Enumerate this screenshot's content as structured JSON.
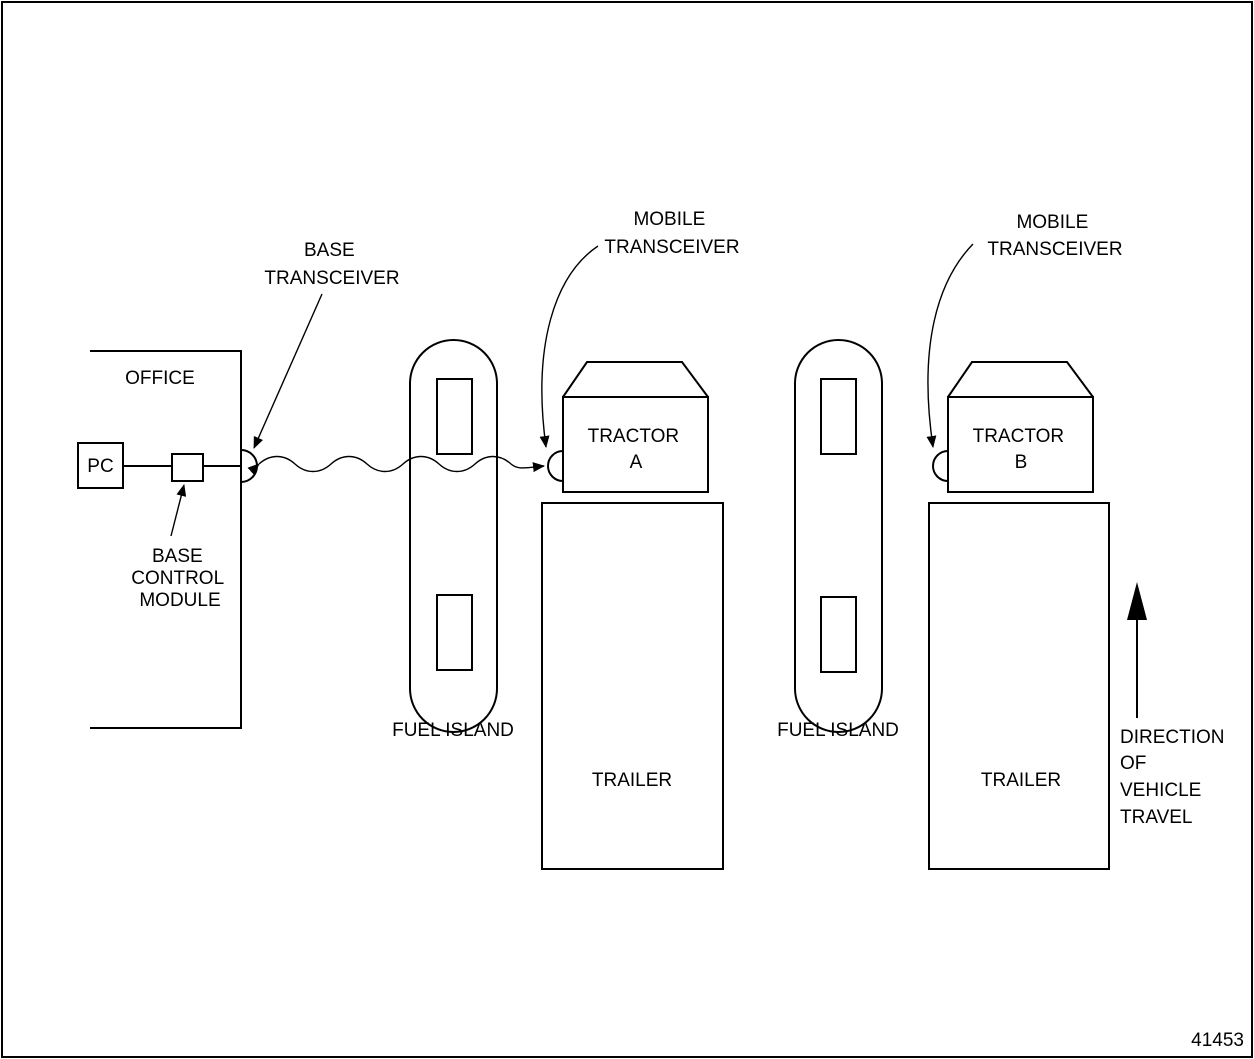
{
  "figure_number": "41453",
  "office": {
    "label": "OFFICE",
    "pc_label": "PC"
  },
  "base_control_module_label": [
    "BASE",
    "CONTROL",
    "MODULE"
  ],
  "base_transceiver_label": [
    "BASE",
    "TRANSCEIVER"
  ],
  "fuel_islands": [
    {
      "label": "FUEL ISLAND"
    },
    {
      "label": "FUEL ISLAND"
    }
  ],
  "vehicles": [
    {
      "tractor_label": [
        "TRACTOR",
        "A"
      ],
      "trailer_label": "TRAILER",
      "transceiver_label": [
        "MOBILE",
        "TRANSCEIVER"
      ]
    },
    {
      "tractor_label": [
        "TRACTOR",
        "B"
      ],
      "trailer_label": "TRAILER",
      "transceiver_label": [
        "MOBILE",
        "TRANSCEIVER"
      ]
    }
  ],
  "direction_label": [
    "DIRECTION",
    "OF",
    "VEHICLE",
    "TRAVEL"
  ]
}
